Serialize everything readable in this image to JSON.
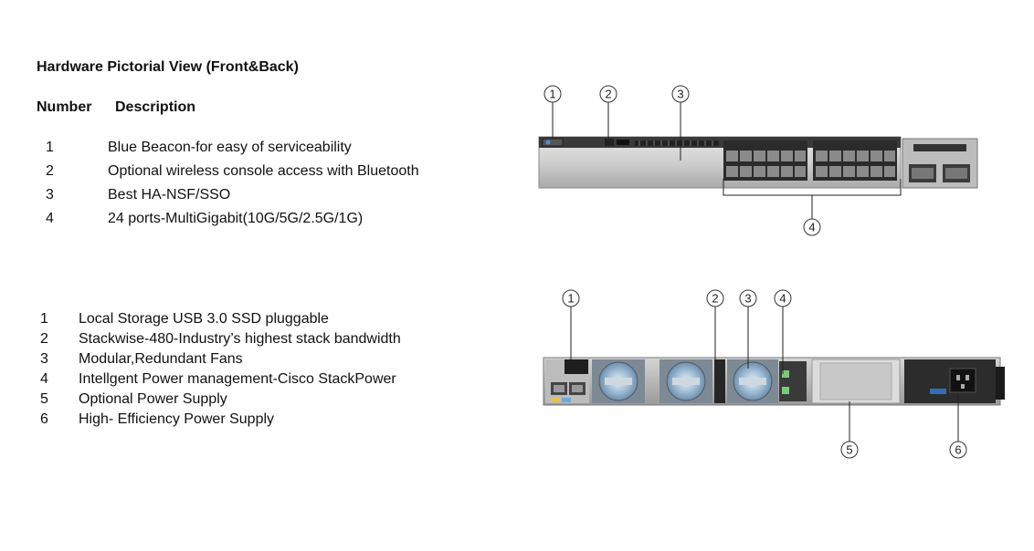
{
  "title": "Hardware Pictorial View (Front&Back)",
  "table_header": {
    "number": "Number",
    "description": "Description"
  },
  "front_items": [
    {
      "number": "1",
      "description": "Blue Beacon-for easy of serviceability"
    },
    {
      "number": "2",
      "description": "Optional wireless console access with Bluetooth"
    },
    {
      "number": "3",
      "description": "Best HA-NSF/SSO"
    },
    {
      "number": "4",
      "description": "24 ports-MultiGigabit(10G/5G/2.5G/1G)"
    }
  ],
  "back_items": [
    {
      "number": "1",
      "description": "Local Storage USB 3.0 SSD pluggable"
    },
    {
      "number": "2",
      "description": "Stackwise-480-Industry’s highest stack bandwidth"
    },
    {
      "number": "3",
      "description": "Modular,Redundant Fans"
    },
    {
      "number": "4",
      "description": "Intellgent Power management-Cisco StackPower"
    },
    {
      "number": "5",
      "description": "Optional Power Supply"
    },
    {
      "number": "6",
      "description": "High- Efficiency Power Supply"
    }
  ],
  "front_callouts": [
    "1",
    "2",
    "3",
    "4"
  ],
  "back_callouts": [
    "1",
    "2",
    "3",
    "4",
    "5",
    "6"
  ]
}
